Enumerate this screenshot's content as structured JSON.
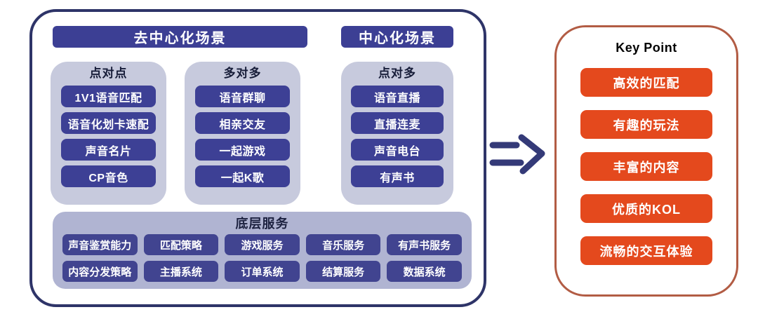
{
  "left_panel": {
    "headers": [
      {
        "label": "去中心化场景"
      },
      {
        "label": "中心化场景"
      }
    ],
    "columns": [
      {
        "title": "点对点",
        "items": [
          "1V1语音匹配",
          "语音化划卡速配",
          "声音名片",
          "CP音色"
        ]
      },
      {
        "title": "多对多",
        "items": [
          "语音群聊",
          "相亲交友",
          "一起游戏",
          "一起K歌"
        ]
      },
      {
        "title": "点对多",
        "items": [
          "语音直播",
          "直播连麦",
          "声音电台",
          "有声书"
        ]
      }
    ],
    "bottom_section": {
      "title": "底层服务",
      "rows": [
        [
          "声音鉴赏能力",
          "匹配策略",
          "游戏服务",
          "音乐服务",
          "有声书服务"
        ],
        [
          "内容分发策略",
          "主播系统",
          "订单系统",
          "结算服务",
          "数据系统"
        ]
      ]
    }
  },
  "right_panel": {
    "title": "Key Point",
    "items": [
      "高效的匹配",
      "有趣的玩法",
      "丰富的内容",
      "优质的KOL",
      "流畅的交互体验"
    ]
  },
  "colors": {
    "outer_border": "#2e3468",
    "indigo_button": "#3d4095",
    "column_background": "#c7cadd",
    "bottom_panel_background": "#b0b4d2",
    "bottom_button": "#414490",
    "arrow": "#343a78",
    "keypoint_border": "#b25c44",
    "keypoint_button": "#e4491d"
  }
}
